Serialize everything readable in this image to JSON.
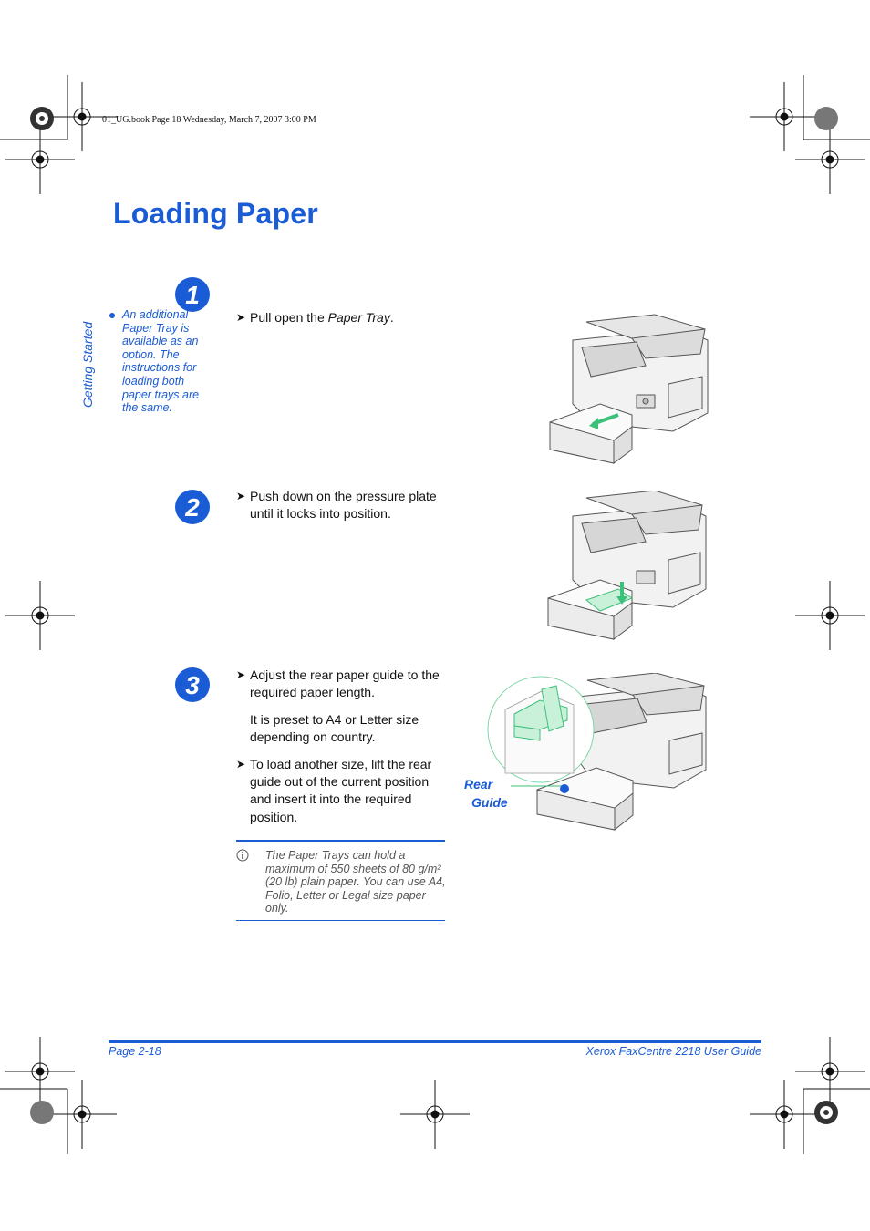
{
  "print_slug": "01_UG.book  Page 18  Wednesday, March 7, 2007  3:00 PM",
  "side_tab": "Getting Started",
  "title": "Loading Paper",
  "sidenote": "An additional Paper Tray is available as an option. The instructions for loading both paper trays are the same.",
  "steps": [
    {
      "number": "1",
      "bullets": [
        {
          "text": "Pull open the ",
          "emphasis": "Paper Tray",
          "suffix": "."
        }
      ]
    },
    {
      "number": "2",
      "bullets": [
        {
          "text": "Push down on the pressure plate until it locks into position."
        }
      ]
    },
    {
      "number": "3",
      "bullets": [
        {
          "text": "Adjust the rear paper guide to the required paper length."
        },
        {
          "text": "To load another size, lift the rear guide out of the current position and insert it into the required position."
        }
      ],
      "paragraph": "It is preset to A4 or Letter size depending on country."
    }
  ],
  "callout": {
    "line1": "Rear",
    "line2": "Guide"
  },
  "note": "The Paper Trays can hold a maximum of 550 sheets of 80 g/m² (20 lb) plain paper. You can use A4, Folio, Letter or Legal size paper only.",
  "footer": {
    "left": "Page 2-18",
    "right": "Xerox FaxCentre 2218 User Guide"
  },
  "colors": {
    "accent": "#1a5bd6",
    "text": "#111111",
    "note_text": "#555555"
  }
}
